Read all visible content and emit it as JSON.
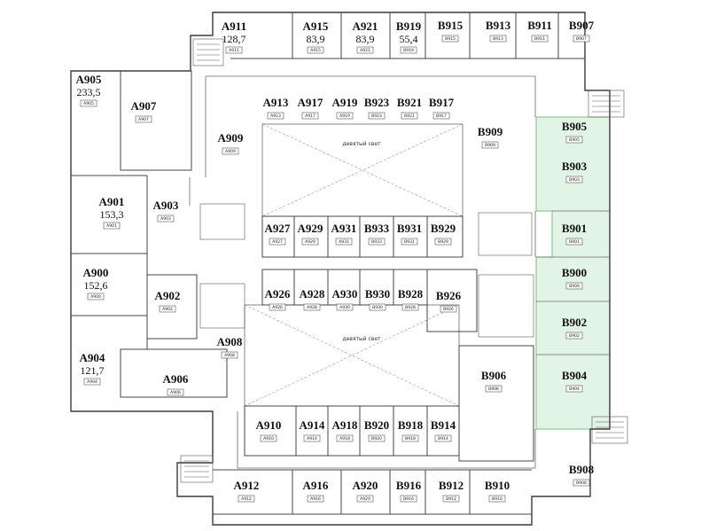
{
  "plan": {
    "highlight_color": "#e2f4e4",
    "atrium_labels": [
      "девятый свет",
      "девятый свет"
    ],
    "rooms": [
      {
        "id": "A911",
        "label": "A911",
        "area": "128,7",
        "tag": "A911"
      },
      {
        "id": "A915",
        "label": "A915",
        "area": "83,9",
        "tag": "A915"
      },
      {
        "id": "A921",
        "label": "A921",
        "area": "83,9",
        "tag": "A921"
      },
      {
        "id": "B919",
        "label": "B919",
        "area": "55,4",
        "tag": "B919"
      },
      {
        "id": "B915",
        "label": "B915",
        "area": "",
        "tag": "B915"
      },
      {
        "id": "B913",
        "label": "B913",
        "area": "",
        "tag": "B913"
      },
      {
        "id": "B911",
        "label": "B911",
        "area": "",
        "tag": "B911"
      },
      {
        "id": "B907",
        "label": "B907",
        "area": "",
        "tag": "B907"
      },
      {
        "id": "A905",
        "label": "A905",
        "area": "233,5",
        "tag": "A905"
      },
      {
        "id": "A907",
        "label": "A907",
        "area": "",
        "tag": "A907"
      },
      {
        "id": "A913",
        "label": "A913",
        "area": "",
        "tag": "A913"
      },
      {
        "id": "A917",
        "label": "A917",
        "area": "",
        "tag": "A917"
      },
      {
        "id": "A919",
        "label": "A919",
        "area": "",
        "tag": "A919"
      },
      {
        "id": "B923",
        "label": "B923",
        "area": "",
        "tag": "B923"
      },
      {
        "id": "B921",
        "label": "B921",
        "area": "",
        "tag": "B921"
      },
      {
        "id": "B917",
        "label": "B917",
        "area": "",
        "tag": "B917"
      },
      {
        "id": "A909",
        "label": "A909",
        "area": "",
        "tag": "A909"
      },
      {
        "id": "B909",
        "label": "B909",
        "area": "",
        "tag": "B909"
      },
      {
        "id": "B905",
        "label": "B905",
        "area": "",
        "tag": "B905"
      },
      {
        "id": "B903",
        "label": "B903",
        "area": "",
        "tag": "B903"
      },
      {
        "id": "A901",
        "label": "A901",
        "area": "153,3",
        "tag": "A901"
      },
      {
        "id": "A903",
        "label": "A903",
        "area": "",
        "tag": "A903"
      },
      {
        "id": "A927",
        "label": "A927",
        "area": "",
        "tag": "A927"
      },
      {
        "id": "A929",
        "label": "A929",
        "area": "",
        "tag": "A929"
      },
      {
        "id": "A931",
        "label": "A931",
        "area": "",
        "tag": "A931"
      },
      {
        "id": "B933",
        "label": "B933",
        "area": "",
        "tag": "B933"
      },
      {
        "id": "B931",
        "label": "B931",
        "area": "",
        "tag": "B931"
      },
      {
        "id": "B929",
        "label": "B929",
        "area": "",
        "tag": "B929"
      },
      {
        "id": "B901",
        "label": "B901",
        "area": "",
        "tag": "B901"
      },
      {
        "id": "A900",
        "label": "A900",
        "area": "152,6",
        "tag": "A900"
      },
      {
        "id": "B900",
        "label": "B900",
        "area": "",
        "tag": "B900"
      },
      {
        "id": "A902",
        "label": "A902",
        "area": "",
        "tag": "A902"
      },
      {
        "id": "A926",
        "label": "A926",
        "area": "",
        "tag": "A926"
      },
      {
        "id": "A928",
        "label": "A928",
        "area": "",
        "tag": "A928"
      },
      {
        "id": "A930",
        "label": "A930",
        "area": "",
        "tag": "A930"
      },
      {
        "id": "B930",
        "label": "B930",
        "area": "",
        "tag": "B930"
      },
      {
        "id": "B928",
        "label": "B928",
        "area": "",
        "tag": "B928"
      },
      {
        "id": "B926",
        "label": "B926",
        "area": "",
        "tag": "B926"
      },
      {
        "id": "B902",
        "label": "B902",
        "area": "",
        "tag": "B902"
      },
      {
        "id": "A908",
        "label": "A908",
        "area": "",
        "tag": "A908"
      },
      {
        "id": "A904",
        "label": "A904",
        "area": "121,7",
        "tag": "A904"
      },
      {
        "id": "A906",
        "label": "A906",
        "area": "",
        "tag": "A906"
      },
      {
        "id": "B906",
        "label": "B906",
        "area": "",
        "tag": "B906"
      },
      {
        "id": "B904",
        "label": "B904",
        "area": "",
        "tag": "B904"
      },
      {
        "id": "A910",
        "label": "A910",
        "area": "",
        "tag": "A910"
      },
      {
        "id": "A914",
        "label": "A914",
        "area": "",
        "tag": "A914"
      },
      {
        "id": "A918",
        "label": "A918",
        "area": "",
        "tag": "A918"
      },
      {
        "id": "B920",
        "label": "B920",
        "area": "",
        "tag": "B920"
      },
      {
        "id": "B918",
        "label": "B918",
        "area": "",
        "tag": "B918"
      },
      {
        "id": "B914",
        "label": "B914",
        "area": "",
        "tag": "B914"
      },
      {
        "id": "B908",
        "label": "B908",
        "area": "",
        "tag": "B908"
      },
      {
        "id": "A912",
        "label": "A912",
        "area": "",
        "tag": "A912"
      },
      {
        "id": "A916",
        "label": "A916",
        "area": "",
        "tag": "A916"
      },
      {
        "id": "A920",
        "label": "A920",
        "area": "",
        "tag": "A920"
      },
      {
        "id": "B916",
        "label": "B916",
        "area": "",
        "tag": "B916"
      },
      {
        "id": "B912",
        "label": "B912",
        "area": "",
        "tag": "B912"
      },
      {
        "id": "B910",
        "label": "B910",
        "area": "",
        "tag": "B910"
      }
    ]
  }
}
